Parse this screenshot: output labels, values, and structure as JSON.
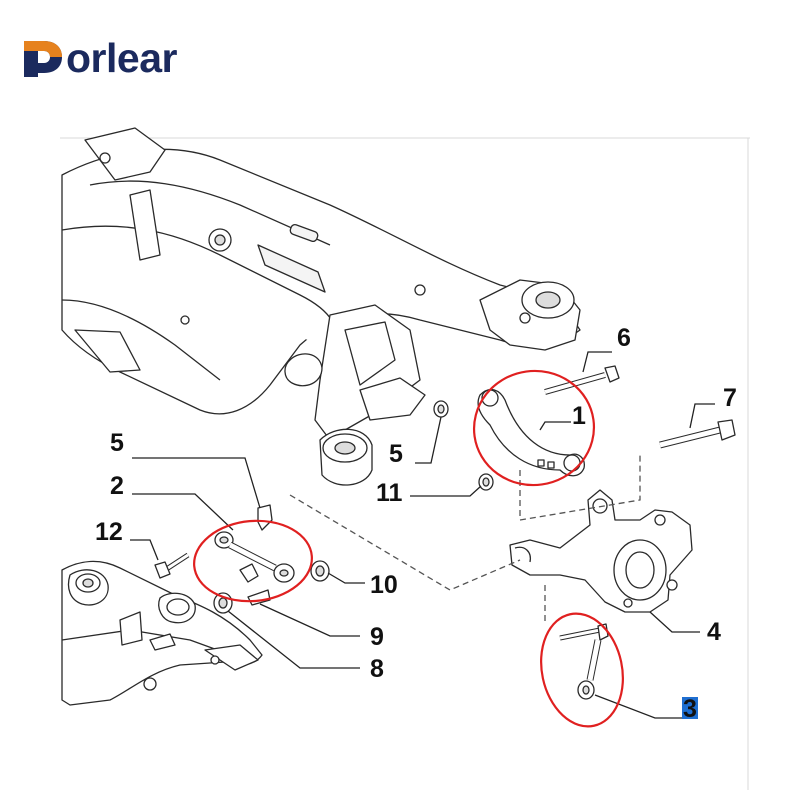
{
  "brand": {
    "name": "orlear",
    "mark_color_top": "#e6821e",
    "mark_color_bottom": "#1b2a5e"
  },
  "diagram": {
    "callouts": [
      {
        "id": "label-6",
        "text": "6"
      },
      {
        "id": "label-7",
        "text": "7"
      },
      {
        "id": "label-1",
        "text": "1"
      },
      {
        "id": "label-5-right",
        "text": "5"
      },
      {
        "id": "label-11",
        "text": "11"
      },
      {
        "id": "label-5-left",
        "text": "5"
      },
      {
        "id": "label-2",
        "text": "2"
      },
      {
        "id": "label-12",
        "text": "12"
      },
      {
        "id": "label-10",
        "text": "10"
      },
      {
        "id": "label-9",
        "text": "9"
      },
      {
        "id": "label-8",
        "text": "8"
      },
      {
        "id": "label-4",
        "text": "4"
      },
      {
        "id": "label-3",
        "text": "3"
      }
    ],
    "highlight_color": "#e02020",
    "line_color": "#222222",
    "selection_color": "#1f6fd1"
  }
}
